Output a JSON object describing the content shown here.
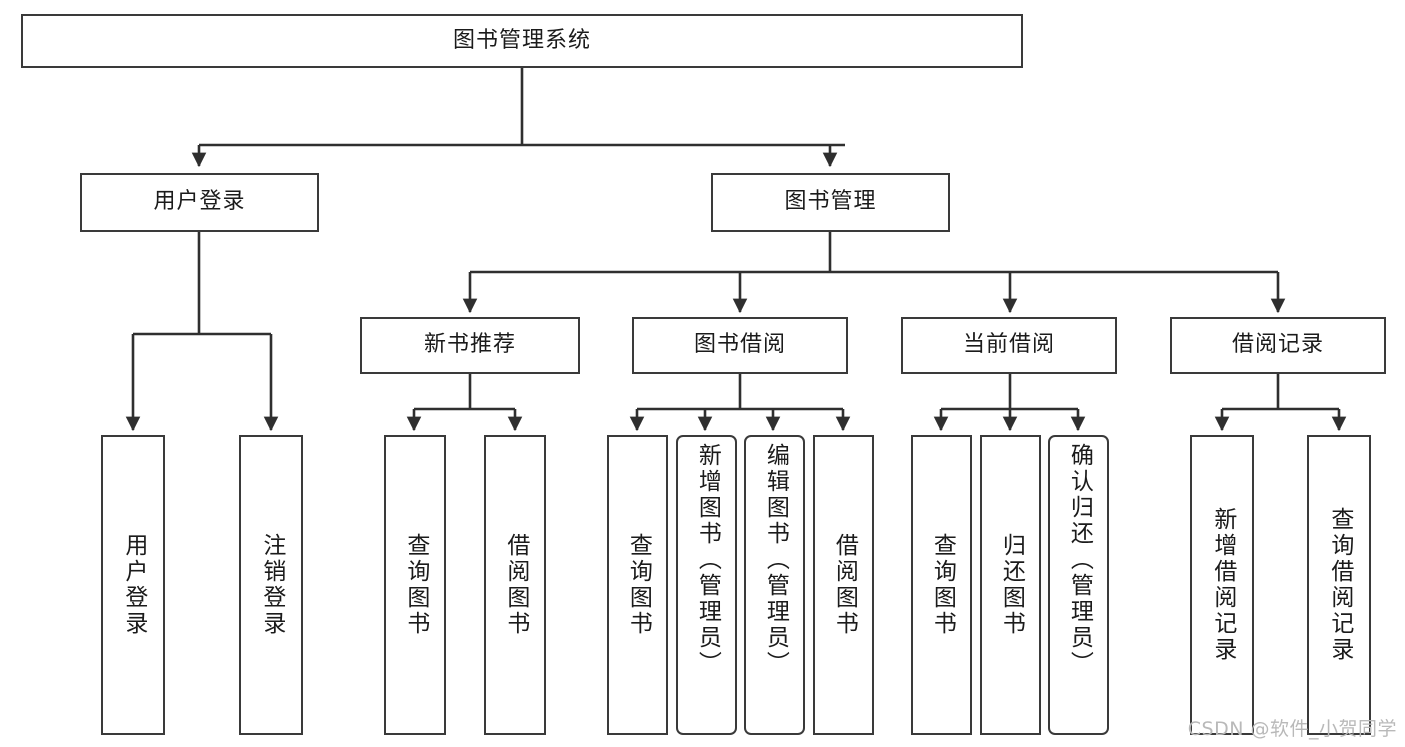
{
  "diagram": {
    "title": "图书管理系统",
    "watermark": "CSDN @软件_小贺同学",
    "stroke_color": "#3a3a3a",
    "text_color": "#1b1b1b",
    "background": "#ffffff",
    "root": {
      "label": "图书管理系统"
    },
    "level2": [
      {
        "label": "用户登录"
      },
      {
        "label": "图书管理"
      }
    ],
    "level3": [
      {
        "label": "新书推荐"
      },
      {
        "label": "图书借阅"
      },
      {
        "label": "当前借阅"
      },
      {
        "label": "借阅记录"
      }
    ],
    "leaves": {
      "user_login": [
        {
          "label": "用户登录"
        },
        {
          "label": "注销登录"
        }
      ],
      "new_book": [
        {
          "label": "查询图书"
        },
        {
          "label": "借阅图书"
        }
      ],
      "book_borrow": [
        {
          "label": "查询图书"
        },
        {
          "label": "新增图书（管理员）"
        },
        {
          "label": "编辑图书（管理员）"
        },
        {
          "label": "借阅图书"
        }
      ],
      "current_borrow": [
        {
          "label": "查询图书"
        },
        {
          "label": "归还图书"
        },
        {
          "label": "确认归还（管理员）"
        }
      ],
      "borrow_record": [
        {
          "label": "新增借阅记录"
        },
        {
          "label": "查询借阅记录"
        }
      ]
    }
  }
}
